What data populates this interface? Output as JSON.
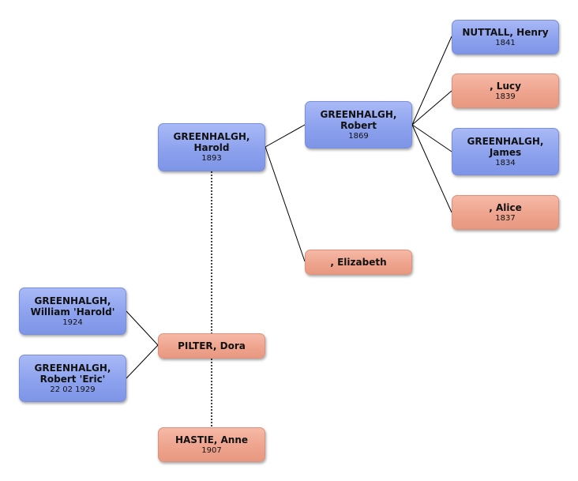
{
  "colors": {
    "male": "#8da2ee",
    "female": "#eea48e",
    "line": "#000000"
  },
  "people": {
    "harold": {
      "name": "GREENHALGH,\nHarold",
      "year": "1893",
      "gender": "male"
    },
    "robert": {
      "name": "GREENHALGH,\nRobert",
      "year": "1869",
      "gender": "male"
    },
    "elizabeth": {
      "name": ", Elizabeth",
      "year": "",
      "gender": "female"
    },
    "henry": {
      "name": "NUTTALL, Henry",
      "year": "1841",
      "gender": "male"
    },
    "lucy": {
      "name": ", Lucy",
      "year": "1839",
      "gender": "female"
    },
    "james": {
      "name": "GREENHALGH,\nJames",
      "year": "1834",
      "gender": "male"
    },
    "alice": {
      "name": ", Alice",
      "year": "1837",
      "gender": "female"
    },
    "william": {
      "name": "GREENHALGH,\nWilliam 'Harold'",
      "year": "1924",
      "gender": "male"
    },
    "robert_eric": {
      "name": "GREENHALGH,\nRobert 'Eric'",
      "year": "22 02 1929",
      "gender": "male"
    },
    "dora": {
      "name": "PILTER, Dora",
      "year": "",
      "gender": "female"
    },
    "anne": {
      "name": "HASTIE, Anne",
      "year": "1907",
      "gender": "female"
    }
  }
}
